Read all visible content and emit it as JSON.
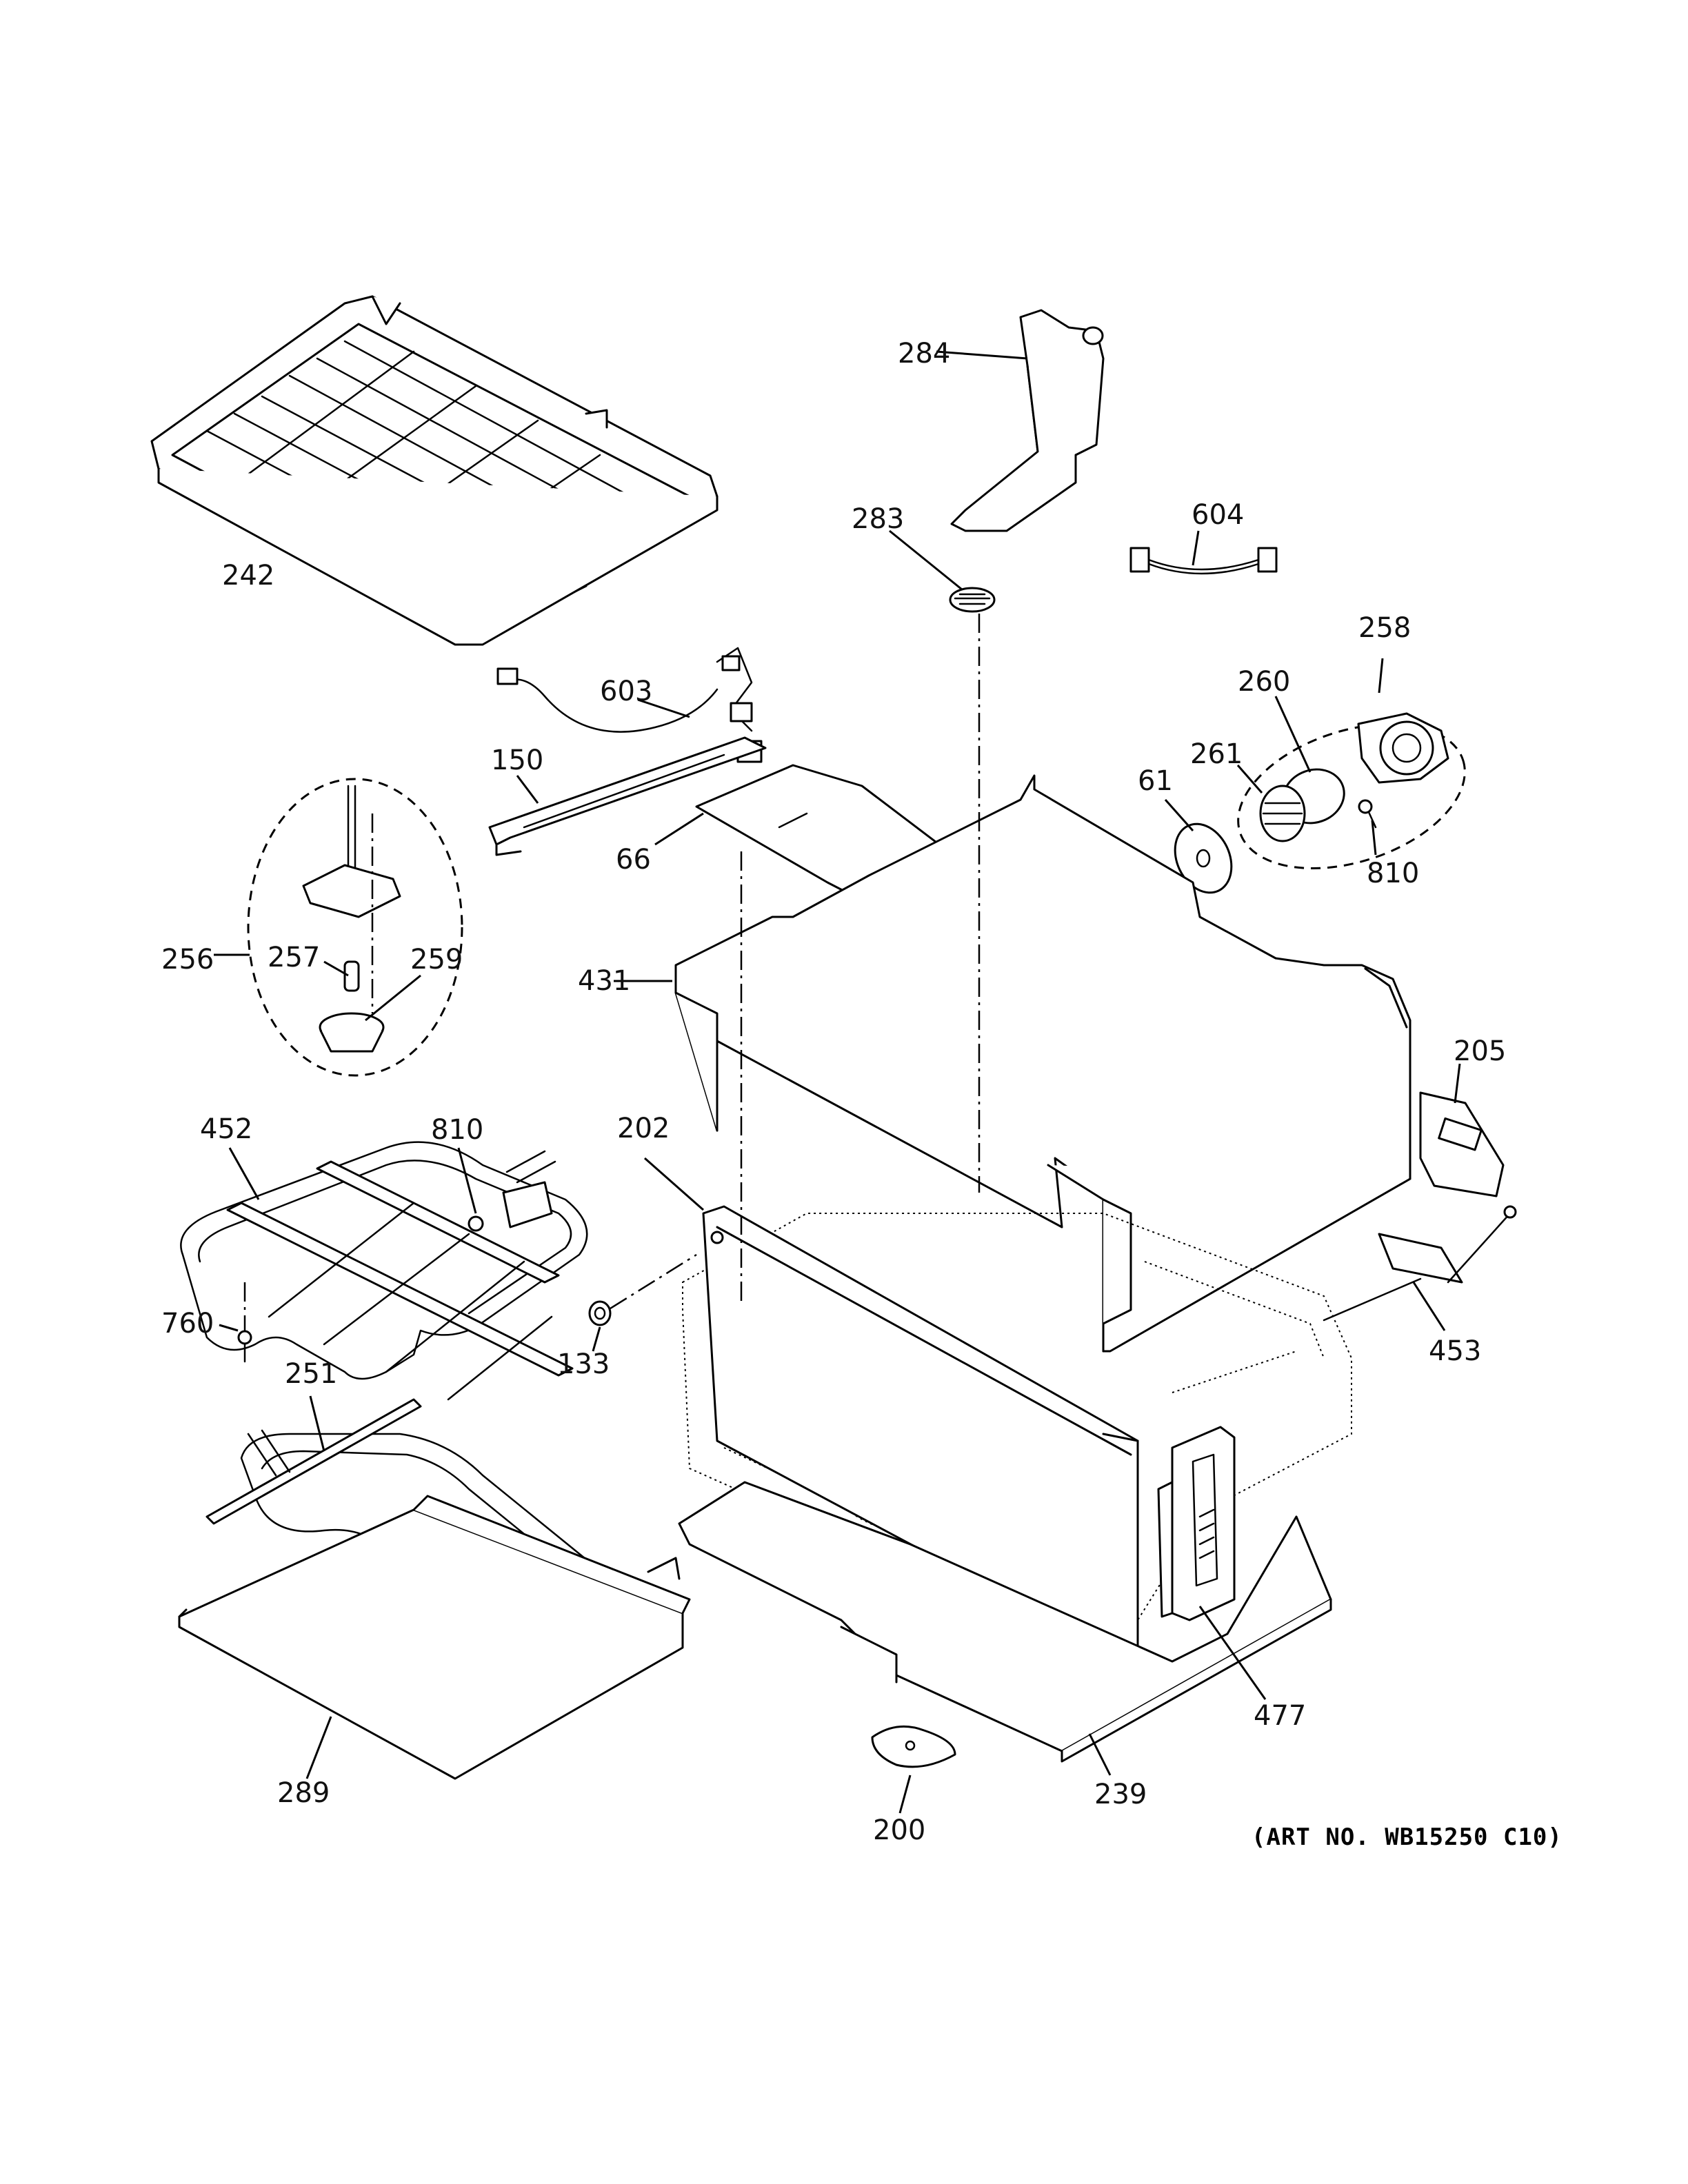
{
  "art_number": "(ART NO. WB15250 C10)",
  "callouts": {
    "c242": "242",
    "c284": "284",
    "c283": "283",
    "c604": "604",
    "c603": "603",
    "c258": "258",
    "c260": "260",
    "c261": "261",
    "c61": "61",
    "c810_upper": "810",
    "c150": "150",
    "c66": "66",
    "c256": "256",
    "c257": "257",
    "c259": "259",
    "c431": "431",
    "c205": "205",
    "c452": "452",
    "c810_lower": "810",
    "c202": "202",
    "c760": "760",
    "c133": "133",
    "c453": "453",
    "c251": "251",
    "c477": "477",
    "c289": "289",
    "c239": "239",
    "c200": "200"
  }
}
